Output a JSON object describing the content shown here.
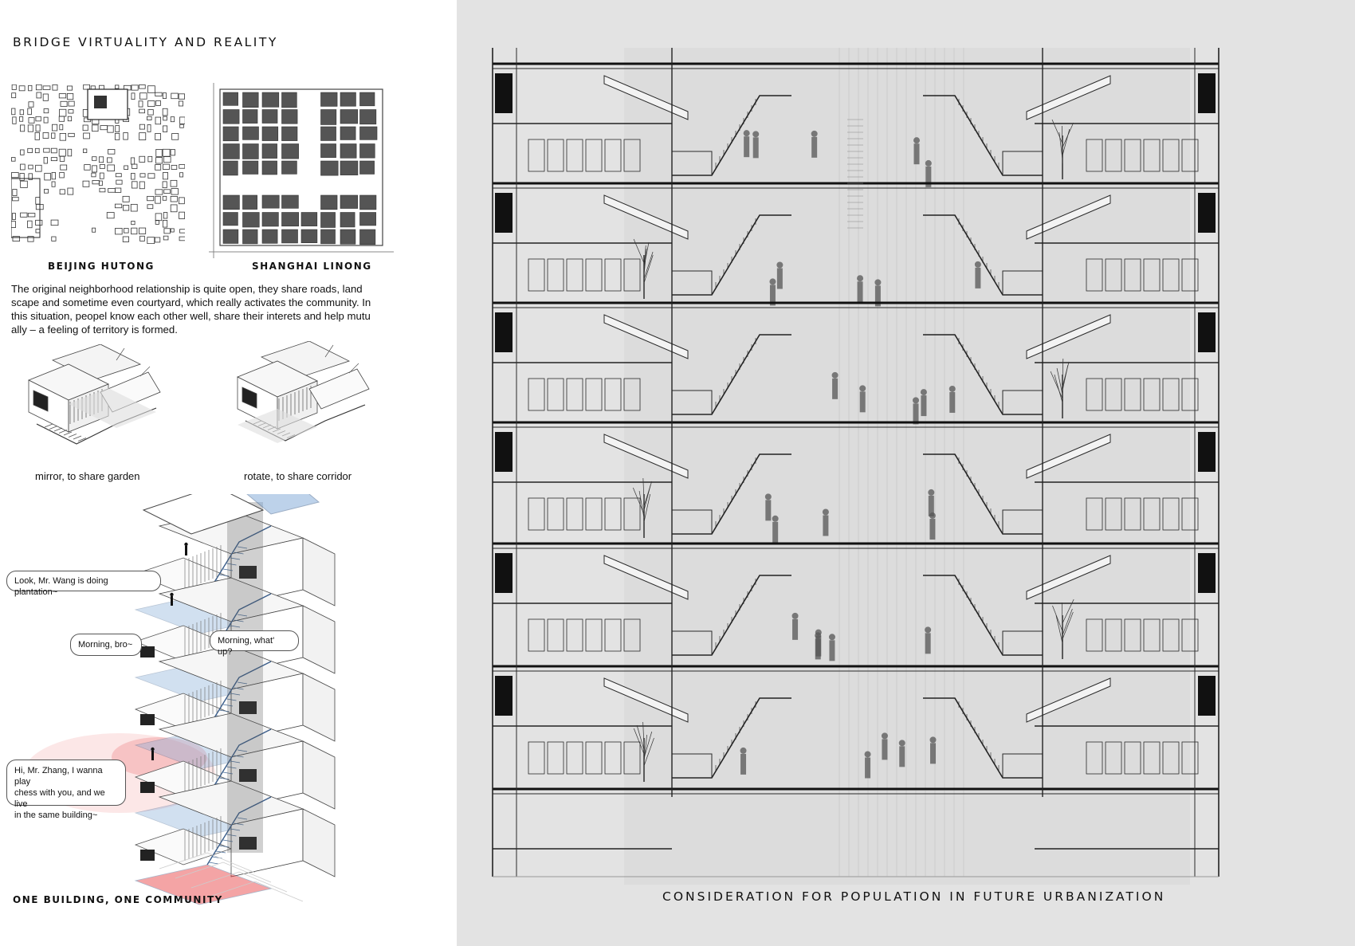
{
  "left_panel": {
    "title": "BRIDGE VIRTUALITY AND REALITY",
    "maps": [
      {
        "label": "BEIJING HUTONG"
      },
      {
        "label": "SHANGHAI LINONG"
      }
    ],
    "paragraph_lines": [
      "The original neighborhood relationship is quite open, they share roads, land",
      "scape and sometime even courtyard, which really activates the community. In",
      "this situation, peopel know each other well, share their interets and help mutu",
      "ally – a  feeling of territory is formed."
    ],
    "diagram_captions": {
      "mirror": "mirror, to share garden",
      "rotate": "rotate, to share corridor"
    },
    "speech_bubbles": {
      "wang": "Look, Mr. Wang is doing plantation~",
      "morning": "Morning, bro~",
      "whatsup": "Morning, what' up?",
      "zhang_lines": [
        "Hi, Mr. Zhang, I wanna play",
        "chess with you, and we live",
        "in the same building~"
      ]
    },
    "bottom_label": "ONE BUILDING, ONE COMMUNITY"
  },
  "right_panel": {
    "caption": "CONSIDERATION FOR POPULATION IN FUTURE URBANIZATION",
    "background_color": "#e3e3e3",
    "line_color": "#2a2a2a"
  },
  "colors": {
    "highlight_red": "#e8373a",
    "highlight_blue": "#7ea7d6",
    "map_gray": "#555555"
  }
}
